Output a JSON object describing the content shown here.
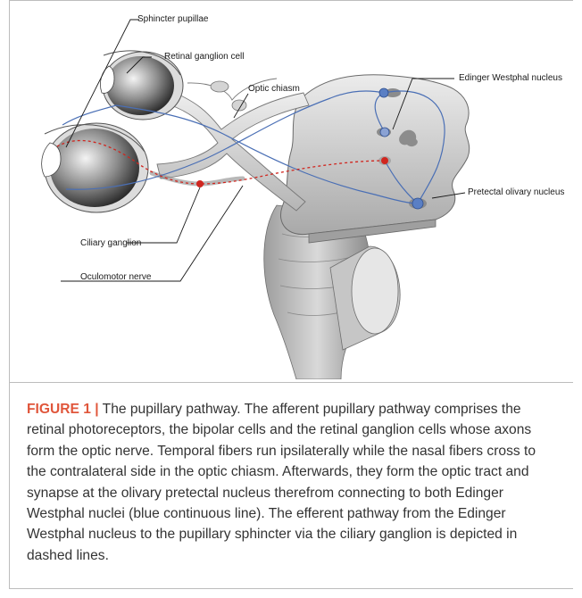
{
  "figure": {
    "labels": {
      "sphincter_pupillae": "Sphincter pupillae",
      "retinal_ganglion_cell": "Retinal ganglion cell",
      "optic_chiasm": "Optic chiasm",
      "edinger_westphal_nucleus": "Edinger Westphal nucleus",
      "pretectal_olivary_nucleus": "Pretectal olivary nucleus",
      "ciliary_ganglion": "Ciliary ganglion",
      "oculomotor_nerve": "Oculomotor nerve"
    },
    "colors": {
      "afferent_pathway": "#4a6fb5",
      "efferent_pathway": "#d0261f",
      "tissue": "#d6d6d6",
      "caption_title": "#e0563b"
    }
  },
  "caption": {
    "title": "FIGURE 1 |",
    "text": " The pupillary pathway. The afferent pupillary pathway comprises the retinal photoreceptors, the bipolar cells and the retinal ganglion cells whose axons form the optic nerve. Temporal fibers run ipsilaterally while the nasal fibers cross to the contralateral side in the optic chiasm. Afterwards, they form the optic tract and synapse at the olivary pretectal nucleus therefrom connecting to both Edinger Westphal nuclei (blue continuous line). The efferent pathway from the Edinger Westphal nucleus to the pupillary sphincter via the ciliary ganglion is depicted in dashed lines."
  }
}
